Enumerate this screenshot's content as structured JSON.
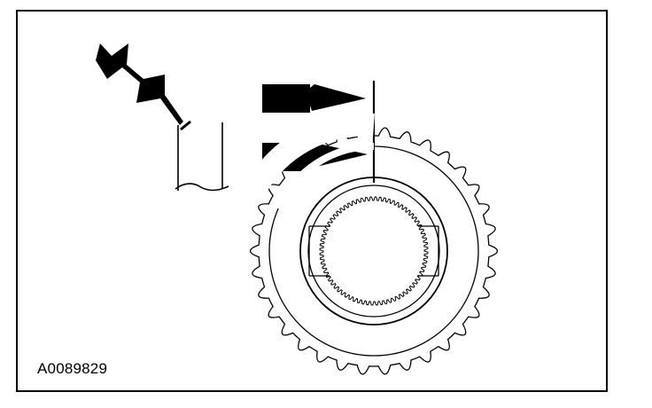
{
  "figure": {
    "id_label": "A0089829"
  },
  "colors": {
    "ink": "#000000",
    "paper": "#ffffff"
  },
  "gear": {
    "outer_teeth": 34,
    "inner_spline_teeth": 72
  }
}
